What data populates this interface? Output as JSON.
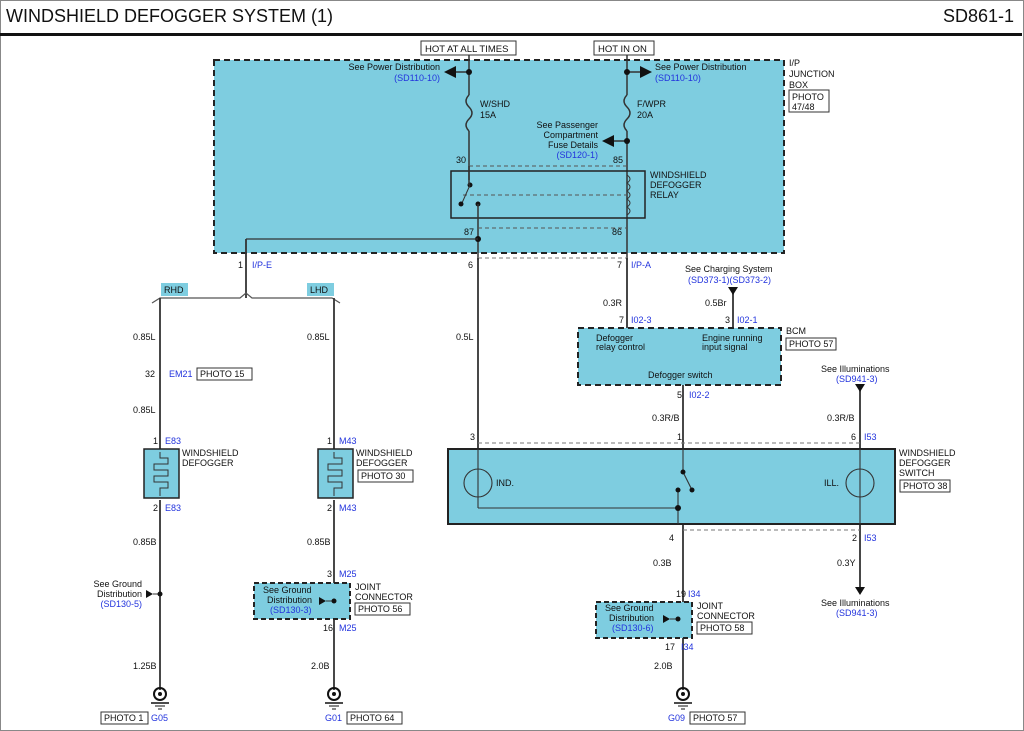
{
  "header": {
    "title": "WINDSHIELD DEFOGGER SYSTEM (1)",
    "code": "SD861-1"
  },
  "colors": {
    "component_fill": "#7ecde0",
    "wire": "#333333",
    "ref_link": "#2233dd",
    "text": "#111111"
  },
  "power": {
    "hot_at_all_times": "HOT AT ALL TIMES",
    "hot_in_on": "HOT IN ON"
  },
  "junction_box": {
    "name_lines": [
      "I/P",
      "JUNCTION",
      "BOX"
    ],
    "photo_lines": [
      "PHOTO",
      "47/48"
    ],
    "power_ref_left": {
      "text": "See Power Distribution",
      "ref": "(SD110-10)"
    },
    "power_ref_right": {
      "text": "See Power Distribution",
      "ref": "(SD110-10)"
    },
    "fuse_left": {
      "name": "W/SHD",
      "rating": "15A"
    },
    "fuse_right": {
      "name": "F/WPR",
      "rating": "20A"
    },
    "fuse_ref": {
      "lines": [
        "See Passenger",
        "Compartment",
        "Fuse Details"
      ],
      "ref": "(SD120-1)"
    },
    "relay": {
      "name_lines": [
        "WINDSHIELD",
        "DEFOGGER",
        "RELAY"
      ],
      "pins": {
        "p30": "30",
        "p85": "85",
        "p87": "87",
        "p86": "86"
      }
    }
  },
  "connectors": {
    "ipe": {
      "pin": "1",
      "id": "I/P-E"
    },
    "ip6": {
      "pin": "6"
    },
    "ipa": {
      "pin": "7",
      "id": "I/P-A"
    },
    "rhd": "RHD",
    "lhd": "LHD",
    "em21": {
      "pin": "32",
      "id": "EM21",
      "photo": "PHOTO 15"
    },
    "i02_3": {
      "pin": "7",
      "id": "I02-3"
    },
    "i02_1": {
      "pin": "3",
      "id": "I02-1"
    },
    "i02_2": {
      "pin": "5",
      "id": "I02-2"
    },
    "e83_1": {
      "pin": "1",
      "id": "E83"
    },
    "e83_2": {
      "pin": "2",
      "id": "E83"
    },
    "m43_1": {
      "pin": "1",
      "id": "M43"
    },
    "m43_2": {
      "pin": "2",
      "id": "M43"
    },
    "m25_3": {
      "pin": "3",
      "id": "M25"
    },
    "m25_16": {
      "pin": "16",
      "id": "M25"
    },
    "sw3": {
      "pin": "3"
    },
    "sw1": {
      "pin": "1"
    },
    "i53_6": {
      "pin": "6",
      "id": "I53"
    },
    "sw4": {
      "pin": "4"
    },
    "i53_2": {
      "pin": "2",
      "id": "I53"
    },
    "i34_19": {
      "pin": "19",
      "id": "I34"
    },
    "i34_17": {
      "pin": "17",
      "id": "I34"
    }
  },
  "wires": {
    "rhd_a": "0.85L",
    "rhd_b": "0.85L",
    "lhd_a": "0.85L",
    "ind": "0.5L",
    "relay_ctl": "0.3R",
    "eng_run": "0.5Br",
    "sw_sig": "0.3R/B",
    "ill_in": "0.3R/B",
    "rhd_gnd1": "0.85B",
    "rhd_gnd2": "1.25B",
    "lhd_gnd1": "0.85B",
    "lhd_gnd2": "2.0B",
    "sw_gnd1": "0.3B",
    "sw_gnd2": "2.0B",
    "ill_out": "0.3Y"
  },
  "charging_ref": {
    "text": "See Charging System",
    "ref": "(SD373-1)(SD373-2)"
  },
  "bcm": {
    "name": "BCM",
    "photo": "PHOTO 57",
    "relay_control": [
      "Defogger",
      "relay control"
    ],
    "engine_running": [
      "Engine running",
      "input signal"
    ],
    "switch": "Defogger switch"
  },
  "illum_in": {
    "text": "See Illuminations",
    "ref": "(SD941-3)"
  },
  "illum_out": {
    "text": "See Illuminations",
    "ref": "(SD941-3)"
  },
  "defogger_rhd": {
    "name_lines": [
      "WINDSHIELD",
      "DEFOGGER"
    ]
  },
  "defogger_lhd": {
    "name_lines": [
      "WINDSHIELD",
      "DEFOGGER"
    ],
    "photo": "PHOTO 30"
  },
  "switch": {
    "name_lines": [
      "WINDSHIELD",
      "DEFOGGER",
      "SWITCH"
    ],
    "photo": "PHOTO 38",
    "ind": "IND.",
    "ill": "ILL."
  },
  "ground_refs": {
    "rhd": {
      "lines": [
        "See Ground",
        "Distribution"
      ],
      "ref": "(SD130-5)"
    },
    "lhd": {
      "lines": [
        "See Ground",
        "Distribution"
      ],
      "ref": "(SD130-3)"
    },
    "sw": {
      "lines": [
        "See Ground",
        "Distribution"
      ],
      "ref": "(SD130-6)"
    }
  },
  "joint_connectors": {
    "m25": {
      "name_lines": [
        "JOINT",
        "CONNECTOR"
      ],
      "photo": "PHOTO 56"
    },
    "i34": {
      "name_lines": [
        "JOINT",
        "CONNECTOR"
      ],
      "photo": "PHOTO 58"
    }
  },
  "grounds": {
    "g05": {
      "id": "G05",
      "photo": "PHOTO 1"
    },
    "g01": {
      "id": "G01",
      "photo": "PHOTO 64"
    },
    "g09": {
      "id": "G09",
      "photo": "PHOTO 57"
    }
  }
}
